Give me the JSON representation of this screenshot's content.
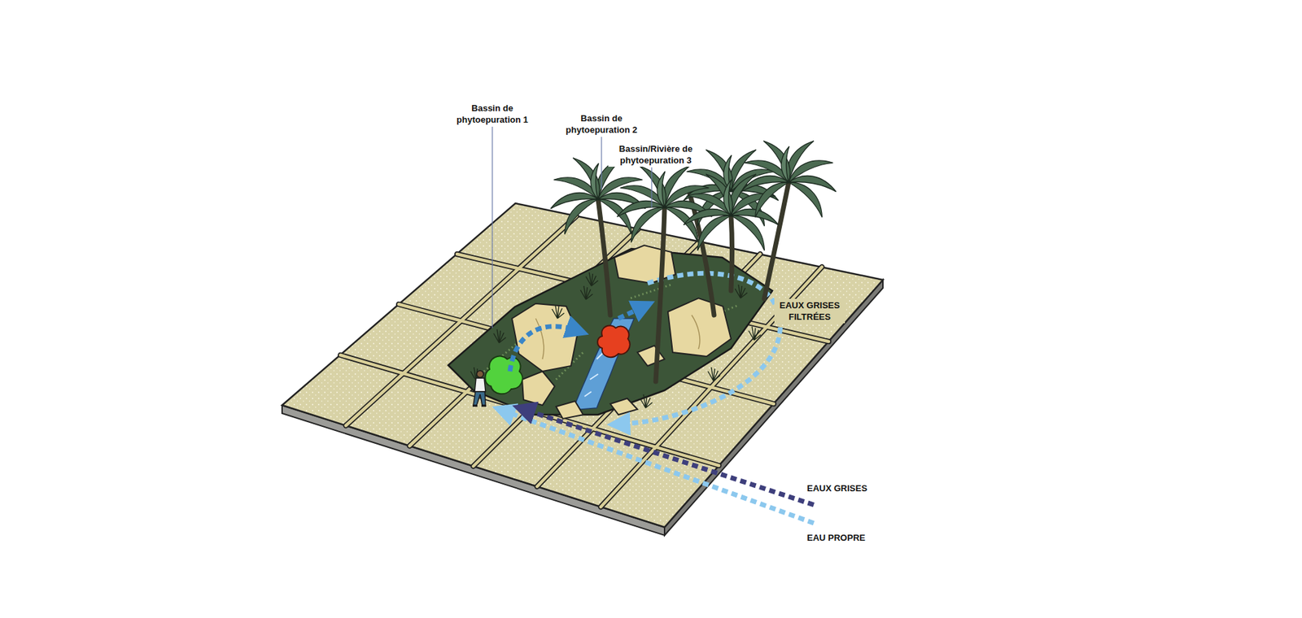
{
  "diagram": {
    "labels": [
      "Bassin de phytoepuration 1",
      "Bassin de phytoepuration 2",
      "Bassin/Rivière de phytoepuration 3",
      "EAUX GRISES FILTRÉES",
      "EAUX GRISES",
      "EAU PROPRE"
    ]
  }
}
